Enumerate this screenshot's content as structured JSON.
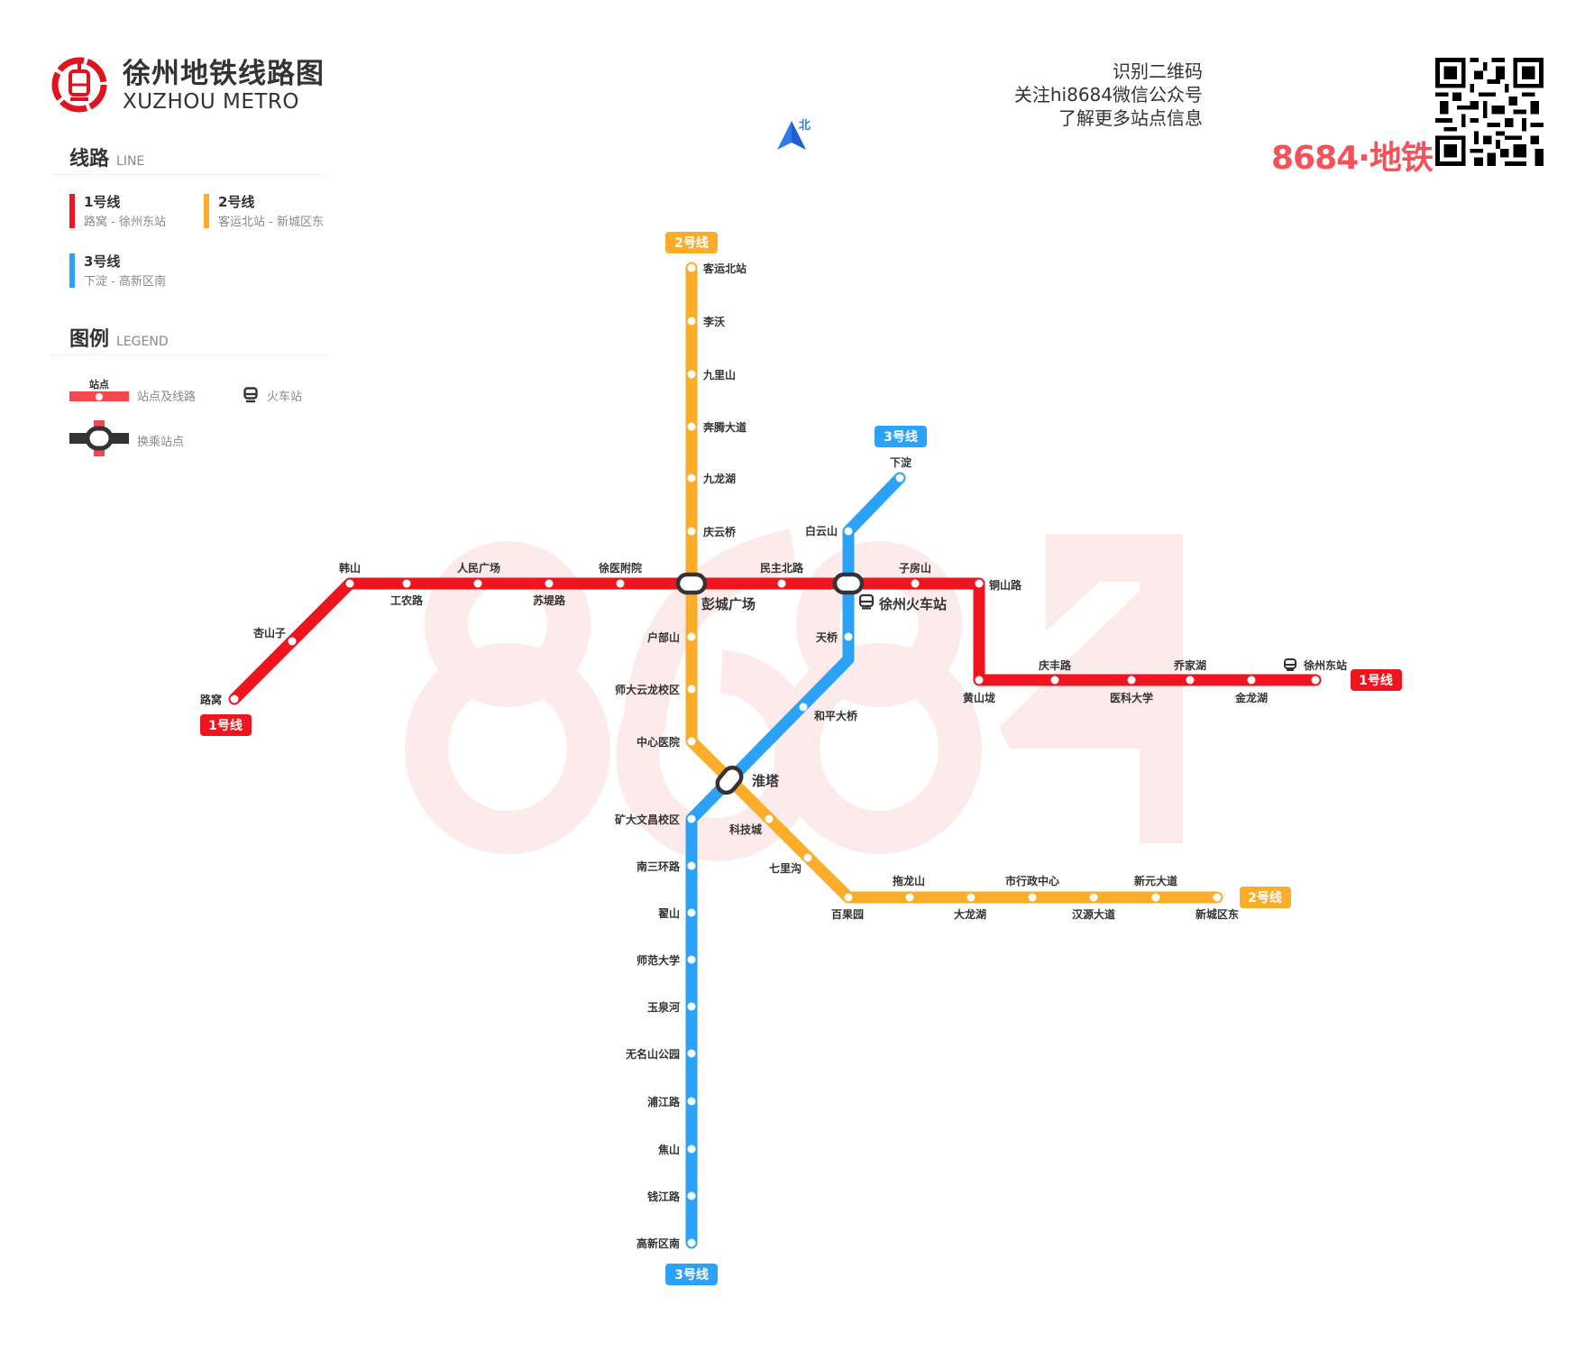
{
  "header": {
    "title": "徐州地铁线路图",
    "subtitle": "XUZHOU METRO"
  },
  "lines_section": {
    "title": "线路",
    "title_en": "LINE",
    "lines": [
      {
        "name": "1号线",
        "route": "路窝  - 徐州东站",
        "color": "#f0141e"
      },
      {
        "name": "2号线",
        "route": "客运北站  - 新城区东",
        "color": "#fbad2a"
      },
      {
        "name": "3号线",
        "route": "下淀  - 高新区南",
        "color": "#2ba2f8"
      }
    ]
  },
  "legend_section": {
    "title": "图例",
    "title_en": "LEGEND",
    "items": {
      "station_sample": "站点",
      "station_and_line": "站点及线路",
      "railway_station": "火车站",
      "transfer_station": "换乘站点"
    }
  },
  "promo": {
    "line1": "识别二维码",
    "line2": "关注hi8684微信公众号",
    "line3": "了解更多站点信息",
    "brand": "8684·地铁",
    "qr_icon": "qr-code"
  },
  "compass": {
    "label": "北",
    "color": "#2b7bf0"
  },
  "colors": {
    "line1": "#f0141e",
    "line2": "#fbad2a",
    "line3": "#2ba2f8",
    "watermark": "#fdeaea",
    "interchange": "#333333"
  },
  "watermark": "8684",
  "map": {
    "badges": {
      "line1_west": "1号线",
      "line1_east": "1号线",
      "line2_north": "2号线",
      "line2_east": "2号线",
      "line3_north": "3号线",
      "line3_south": "3号线"
    },
    "line1": {
      "name": "1号线",
      "stations": [
        "路窝",
        "杏山子",
        "韩山",
        "工农路",
        "人民广场",
        "苏堤路",
        "徐医附院",
        "彭城广场",
        "民主北路",
        "徐州火车站",
        "子房山",
        "铜山路",
        "黄山垅",
        "庆丰路",
        "医科大学",
        "乔家湖",
        "金龙湖",
        "徐州东站"
      ]
    },
    "line2": {
      "name": "2号线",
      "stations": [
        "客运北站",
        "李沃",
        "九里山",
        "奔腾大道",
        "九龙湖",
        "庆云桥",
        "彭城广场",
        "户部山",
        "师大云龙校区",
        "中心医院",
        "淮塔",
        "科技城",
        "七里沟",
        "百果园",
        "拖龙山",
        "大龙湖",
        "市行政中心",
        "汉源大道",
        "新元大道",
        "新城区东"
      ]
    },
    "line3": {
      "name": "3号线",
      "stations": [
        "下淀",
        "白云山",
        "徐州火车站",
        "天桥",
        "和平大桥",
        "淮塔",
        "矿大文昌校区",
        "南三环路",
        "翟山",
        "师范大学",
        "玉泉河",
        "无名山公园",
        "浦江路",
        "焦山",
        "钱江路",
        "高新区南"
      ]
    },
    "interchanges": [
      "彭城广场",
      "徐州火车站",
      "淮塔"
    ],
    "railway_stations": [
      "徐州火车站",
      "徐州东站"
    ]
  }
}
